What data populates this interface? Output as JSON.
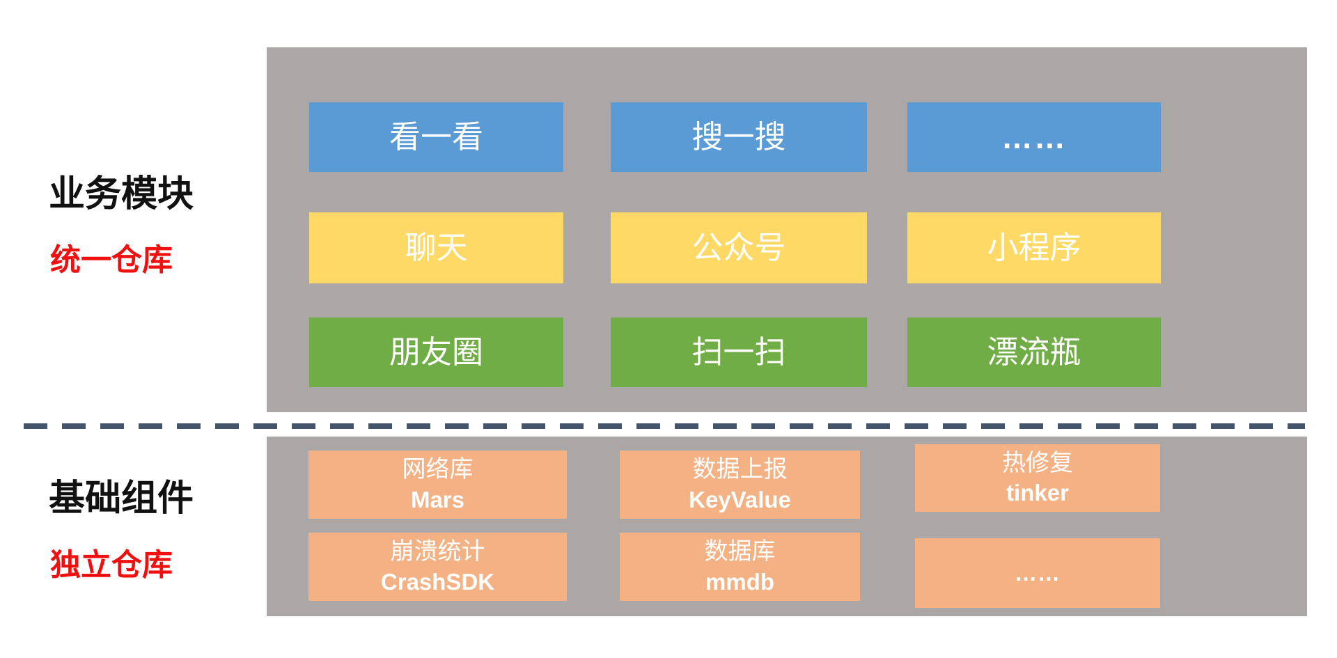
{
  "palette": {
    "panel_gray": "#ABA7A7",
    "business_row_blue": "#5B9BD5",
    "business_row_yellow": "#FFD966",
    "business_row_green": "#70AD47",
    "component_orange": "#F4B183",
    "divider_dash": "#44546A",
    "subtitle_red": "#F01010",
    "box_text": "#FFFFFF"
  },
  "business_section": {
    "title": "业务模块",
    "subtitle": "统一仓库",
    "rows": [
      {
        "modules": [
          "看一看",
          "搜一搜",
          "……"
        ]
      },
      {
        "modules": [
          "聊天",
          "公众号",
          "小程序"
        ]
      },
      {
        "modules": [
          "朋友圈",
          "扫一扫",
          "漂流瓶"
        ]
      }
    ]
  },
  "foundation_section": {
    "title": "基础组件",
    "subtitle": "独立仓库",
    "components": [
      {
        "name_zh": "网络库",
        "name_en": "Mars"
      },
      {
        "name_zh": "数据上报",
        "name_en": "KeyValue"
      },
      {
        "name_zh": "热修复",
        "name_en": "tinker"
      },
      {
        "name_zh": "崩溃统计",
        "name_en": "CrashSDK"
      },
      {
        "name_zh": "数据库",
        "name_en": "mmdb"
      },
      {
        "name_zh": "……",
        "name_en": ""
      }
    ]
  }
}
